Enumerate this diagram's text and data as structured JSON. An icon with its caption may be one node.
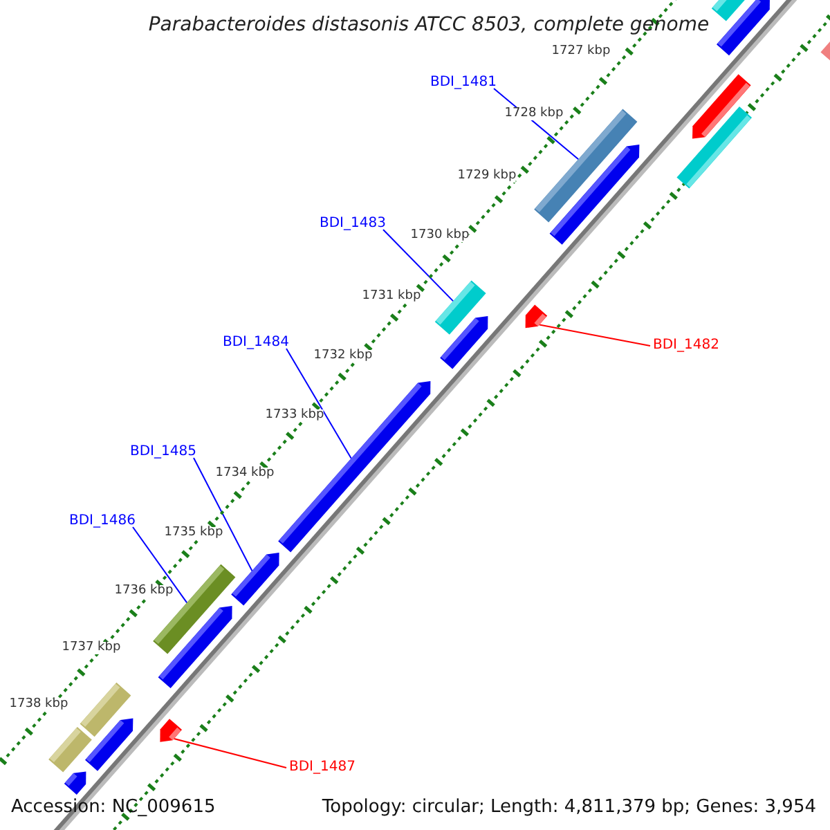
{
  "diagram": {
    "title": "Parabacteroides distasonis ATCC 8503, complete genome",
    "nodes": [
      {
        "text": [
          "BDI_1481"
        ]
      },
      {
        "text": [
          "BDI_1483"
        ]
      },
      {
        "text": [
          "BDI_1484"
        ]
      },
      {
        "text": [
          "BDI_1482"
        ]
      },
      {
        "text": [
          "BDI_1485"
        ]
      },
      {
        "text": [
          "BDI_1486"
        ]
      },
      {
        "text": [
          "BDI_1487"
        ]
      },
      {
        "text": [],
        "shape": "bar"
      },
      {
        "text": [],
        "shape": "arrow"
      },
      {
        "text": [],
        "shape": "bar"
      },
      {
        "text": [],
        "shape": "arrow"
      },
      {
        "text": [],
        "shape": "bar"
      },
      {
        "text": [],
        "shape": "bar"
      },
      {
        "text": [],
        "shape": "arrow"
      },
      {
        "text": [],
        "shape": "arrow"
      },
      {
        "text": [],
        "shape": "bar"
      },
      {
        "text": [],
        "shape": "arrow"
      },
      {
        "text": [],
        "shape": "arrow"
      },
      {
        "text": [],
        "shape": "arrow"
      },
      {
        "text": [],
        "shape": "bar"
      },
      {
        "text": [],
        "shape": "arrow"
      },
      {
        "text": [],
        "shape": "arrow"
      },
      {
        "text": [],
        "shape": "bar"
      },
      {
        "text": [],
        "shape": "arrow"
      },
      {
        "text": [],
        "shape": "bar"
      },
      {
        "text": [],
        "shape": "arrow"
      }
    ],
    "edges": [
      {
        "from": 0,
        "to": 12,
        "arrow": "none"
      },
      {
        "from": 1,
        "to": 15,
        "arrow": "none"
      },
      {
        "from": 2,
        "to": 17,
        "arrow": "none"
      },
      {
        "from": 3,
        "to": 14,
        "arrow": "none",
        "color": "#ff0000"
      },
      {
        "from": 4,
        "to": 18,
        "arrow": "none"
      },
      {
        "from": 5,
        "to": 19,
        "arrow": "none"
      },
      {
        "from": 6,
        "to": 21,
        "arrow": "none",
        "color": "#ff0000"
      }
    ],
    "labels": [
      "1727 kbp",
      "1728 kbp",
      "1729 kbp",
      "1730 kbp",
      "1731 kbp",
      "1732 kbp",
      "1733 kbp",
      "1734 kbp",
      "1735 kbp",
      "1736 kbp",
      "1737 kbp",
      "1738 kbp",
      "Accession: NC_009615",
      "Topology: circular; Length: 4,811,379 bp; Genes: 3,954"
    ]
  }
}
